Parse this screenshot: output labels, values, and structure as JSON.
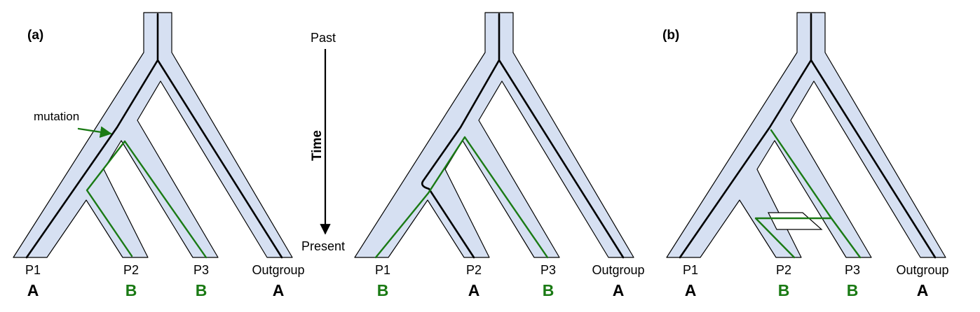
{
  "panel_labels": {
    "a": "(a)",
    "b": "(b)"
  },
  "time_axis": {
    "past": "Past",
    "time": "Time",
    "present": "Present"
  },
  "annotation": {
    "mutation": "mutation"
  },
  "colors": {
    "population": "#d6e0f2",
    "ancestral_allele": "#000000",
    "derived_allele": "#1a7a14"
  },
  "trees": [
    {
      "taxa": [
        {
          "name": "P1",
          "state": "A"
        },
        {
          "name": "P2",
          "state": "B"
        },
        {
          "name": "P3",
          "state": "B"
        },
        {
          "name": "Outgroup",
          "state": "A"
        }
      ]
    },
    {
      "taxa": [
        {
          "name": "P1",
          "state": "B"
        },
        {
          "name": "P2",
          "state": "A"
        },
        {
          "name": "P3",
          "state": "B"
        },
        {
          "name": "Outgroup",
          "state": "A"
        }
      ]
    },
    {
      "taxa": [
        {
          "name": "P1",
          "state": "A"
        },
        {
          "name": "P2",
          "state": "B"
        },
        {
          "name": "P3",
          "state": "B"
        },
        {
          "name": "Outgroup",
          "state": "A"
        }
      ]
    }
  ]
}
